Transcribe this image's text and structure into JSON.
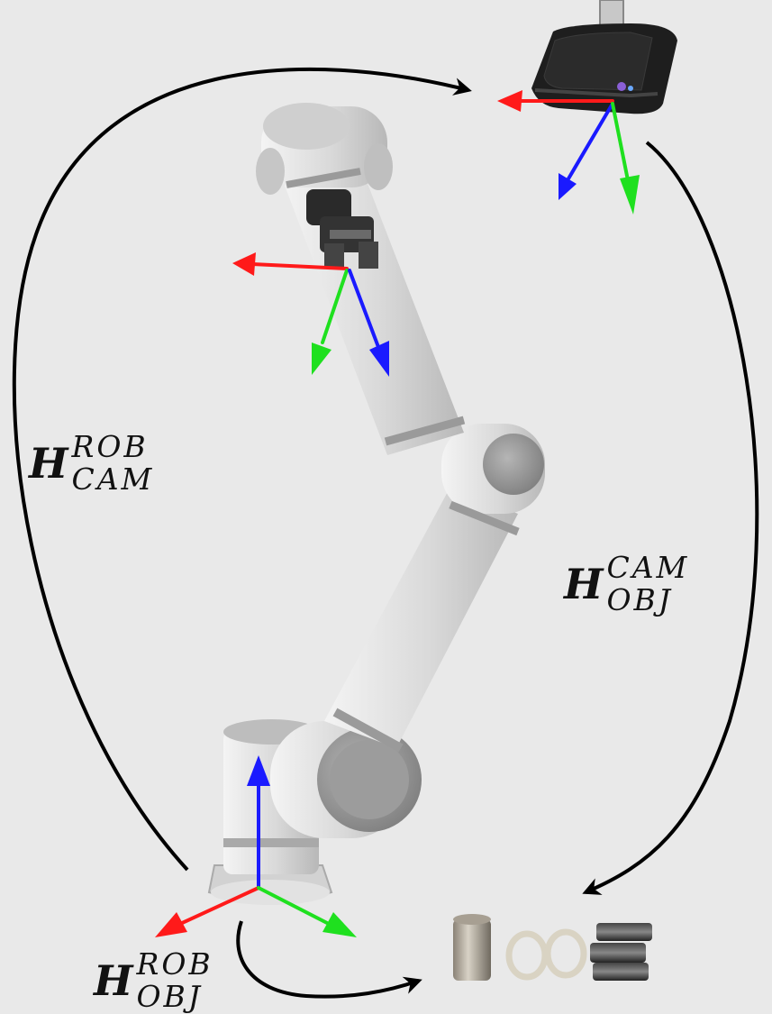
{
  "labels": {
    "rob_cam": {
      "symbol": "H",
      "sup": "ROB",
      "sub": "CAM"
    },
    "cam_obj": {
      "symbol": "H",
      "sup": "CAM",
      "sub": "OBJ"
    },
    "rob_obj": {
      "symbol": "H",
      "sup": "ROB",
      "sub": "OBJ"
    }
  },
  "colors": {
    "axis_x": "#ff1a1a",
    "axis_y": "#1fe01f",
    "axis_z": "#1a1aff",
    "arrow": "#000000",
    "robot_body": "#d6d6d6",
    "robot_joint": "#9a9a9a",
    "camera": "#222222"
  },
  "icons": [
    "camera-icon",
    "robot-arm-icon",
    "gripper-icon",
    "cylinder-objects-icon"
  ]
}
